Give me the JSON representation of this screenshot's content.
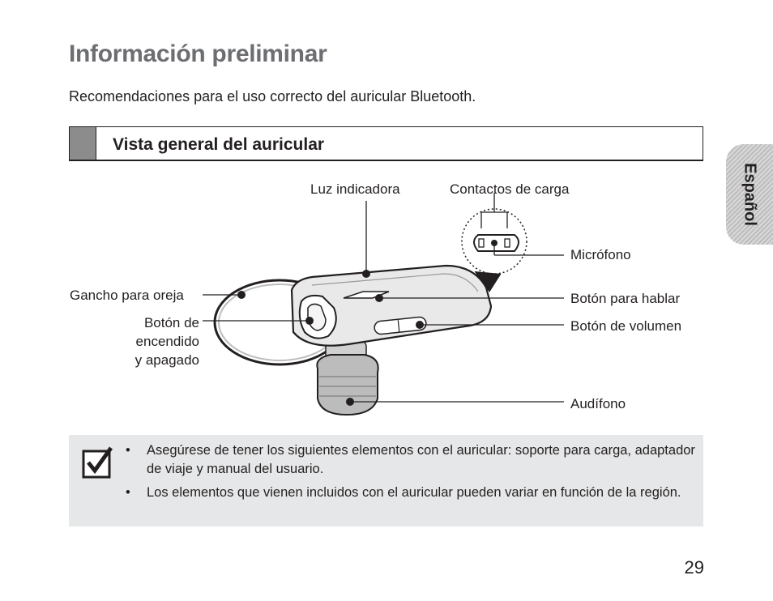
{
  "page": {
    "title": "Información preliminar",
    "intro": "Recomendaciones para el uso correcto del auricular Bluetooth.",
    "section_title": "Vista general del auricular",
    "side_tab": "Español",
    "page_number": "29"
  },
  "diagram": {
    "labels": {
      "indicator_light": "Luz indicadora",
      "charging_contacts": "Contactos de carga",
      "microphone": "Micrófono",
      "ear_hook": "Gancho para oreja",
      "talk_button": "Botón para hablar",
      "power_button_line1": "Botón de",
      "power_button_line2": "encendido",
      "power_button_line3": "y apagado",
      "volume_button": "Botón de volumen",
      "earpiece": "Audífono"
    }
  },
  "note": {
    "icon": "checkbox-check-icon",
    "items": [
      "Asegúrese de tener los siguientes elementos con el auricular: soporte para carga, adaptador de viaje y manual del usuario.",
      "Los elementos que vienen incluidos con el auricular pueden variar en función de la región."
    ]
  }
}
